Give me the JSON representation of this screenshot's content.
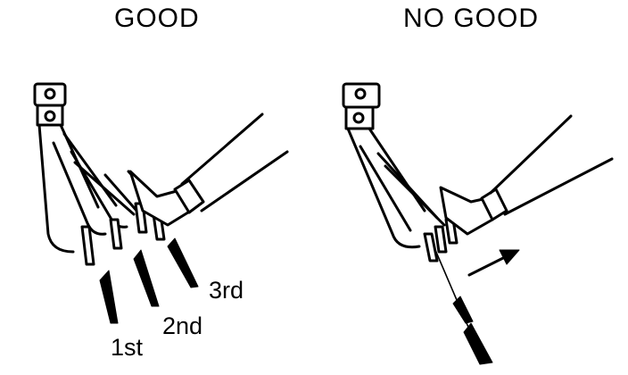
{
  "panels": {
    "good": {
      "title": "GOOD",
      "labels": {
        "first": "1st",
        "second": "2nd",
        "third": "3rd"
      }
    },
    "no_good": {
      "title": "NO GOOD"
    }
  },
  "colors": {
    "ink": "#000000",
    "paper": "#ffffff"
  }
}
